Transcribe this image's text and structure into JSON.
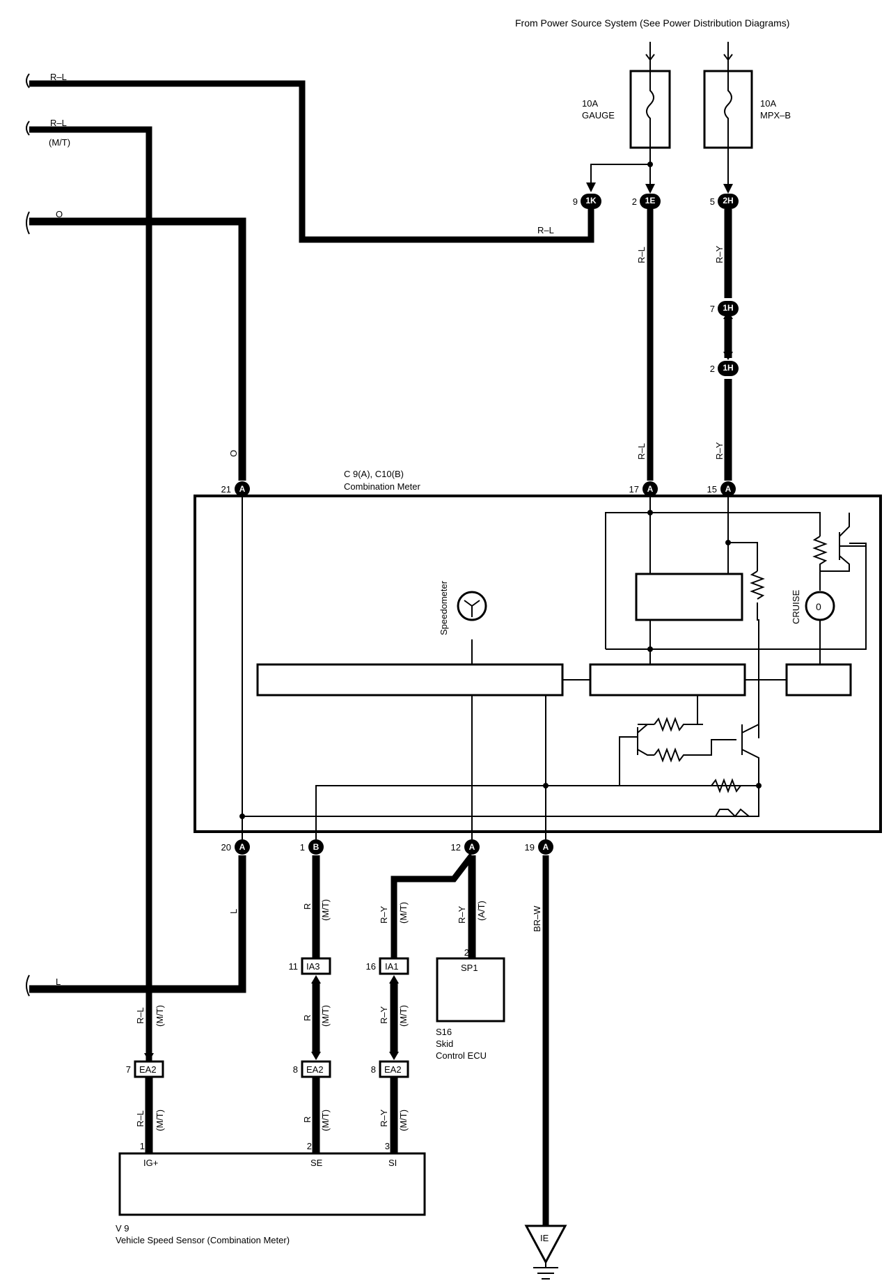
{
  "header": {
    "power_source": "From Power Source System (See Power Distribution Diagrams)"
  },
  "fuses": {
    "gauge": {
      "rating": "10A",
      "name": "GAUGE"
    },
    "mpx": {
      "rating": "10A",
      "name": "MPX–B"
    }
  },
  "left_wires": {
    "top": "R–L",
    "second": "R–L",
    "second_note": "(M/T)",
    "third": "O",
    "bottom": "L"
  },
  "connectors": {
    "k1": {
      "pin": "9",
      "id": "1K"
    },
    "e1": {
      "pin": "2",
      "id": "1E"
    },
    "h2": {
      "pin": "5",
      "id": "2H"
    },
    "h1a": {
      "pin": "7",
      "id": "1H"
    },
    "h1b": {
      "pin": "2",
      "id": "1H"
    },
    "a21": {
      "pin": "21",
      "id": "A"
    },
    "a17": {
      "pin": "17",
      "id": "A"
    },
    "a15": {
      "pin": "15",
      "id": "A"
    },
    "a20": {
      "pin": "20",
      "id": "A"
    },
    "b1": {
      "pin": "1",
      "id": "B"
    },
    "a12": {
      "pin": "12",
      "id": "A"
    },
    "a19": {
      "pin": "19",
      "id": "A"
    },
    "ia3": {
      "pin": "11",
      "id": "IA3"
    },
    "ia1": {
      "pin": "16",
      "id": "IA1"
    },
    "ea2a": {
      "pin": "7",
      "id": "EA2"
    },
    "ea2b": {
      "pin": "8",
      "id": "EA2"
    },
    "ea2c": {
      "pin": "8",
      "id": "EA2"
    }
  },
  "wire_labels": {
    "rl_mid": "R–L",
    "rl_gauge_upper": "R–L",
    "ry_upper": "R–Y",
    "o_vert": "O",
    "rl_gauge_lower": "R–L",
    "ry_lower": "R–Y",
    "l_vert": "L",
    "r": "R",
    "mt": "(M/T)",
    "ry": "R–Y",
    "at": "(A/T)",
    "brw": "BR–W",
    "rl": "R–L"
  },
  "combination_meter": {
    "id": "C 9(A), C10(B)",
    "name": "Combination Meter",
    "speedometer": "Speedometer",
    "cruise": "CRUISE"
  },
  "skid_ecu": {
    "pin": "2",
    "terminal": "SP1",
    "id": "S16",
    "name_line1": "Skid",
    "name_line2": "Control ECU"
  },
  "speed_sensor": {
    "pin_ig": "1",
    "pin_se": "2",
    "pin_si": "3",
    "ig": "IG+",
    "se": "SE",
    "si": "SI",
    "id": "V 9",
    "name": "Vehicle Speed Sensor (Combination Meter)"
  },
  "ground": {
    "id": "IE"
  }
}
